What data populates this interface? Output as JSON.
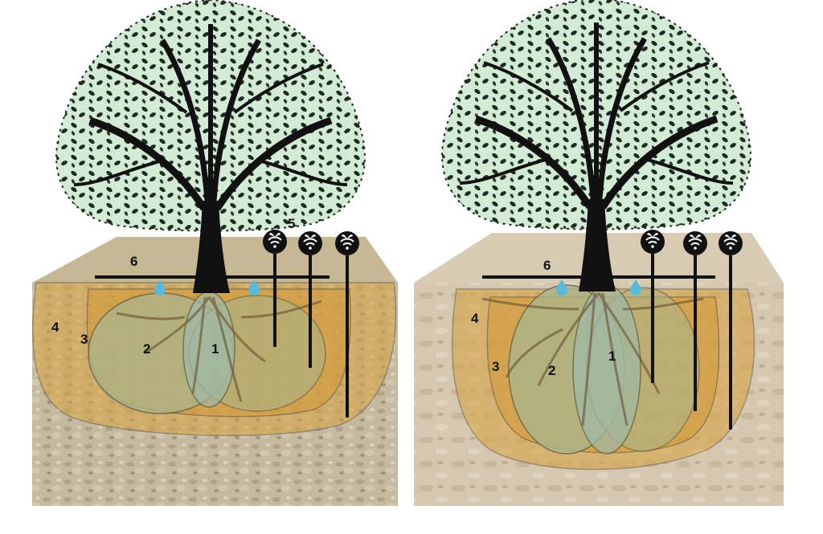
{
  "colors": {
    "soil_left": "#b8a888",
    "soil_right": "#d2c3ab",
    "zone_outer": "#d7a23e",
    "zone_mid": "#d39a3a",
    "zone_inner": "#a9b68e",
    "tree": "#111111",
    "leaf_light": "#cfe8d2",
    "dripper": "#58b9d9",
    "probe": "#111111"
  },
  "panels": [
    {
      "labels": {
        "z1": "1",
        "z2": "2",
        "z3": "3",
        "z4": "4",
        "probes": "5",
        "pipe": "6"
      },
      "probe_icon": "wifi-leaf-icon",
      "dripper_icon": "water-drop-icon"
    },
    {
      "labels": {
        "z1": "1",
        "z2": "2",
        "z3": "3",
        "z4": "4",
        "pipe": "6"
      },
      "probe_icon": "wifi-leaf-icon",
      "dripper_icon": "water-drop-icon"
    }
  ]
}
